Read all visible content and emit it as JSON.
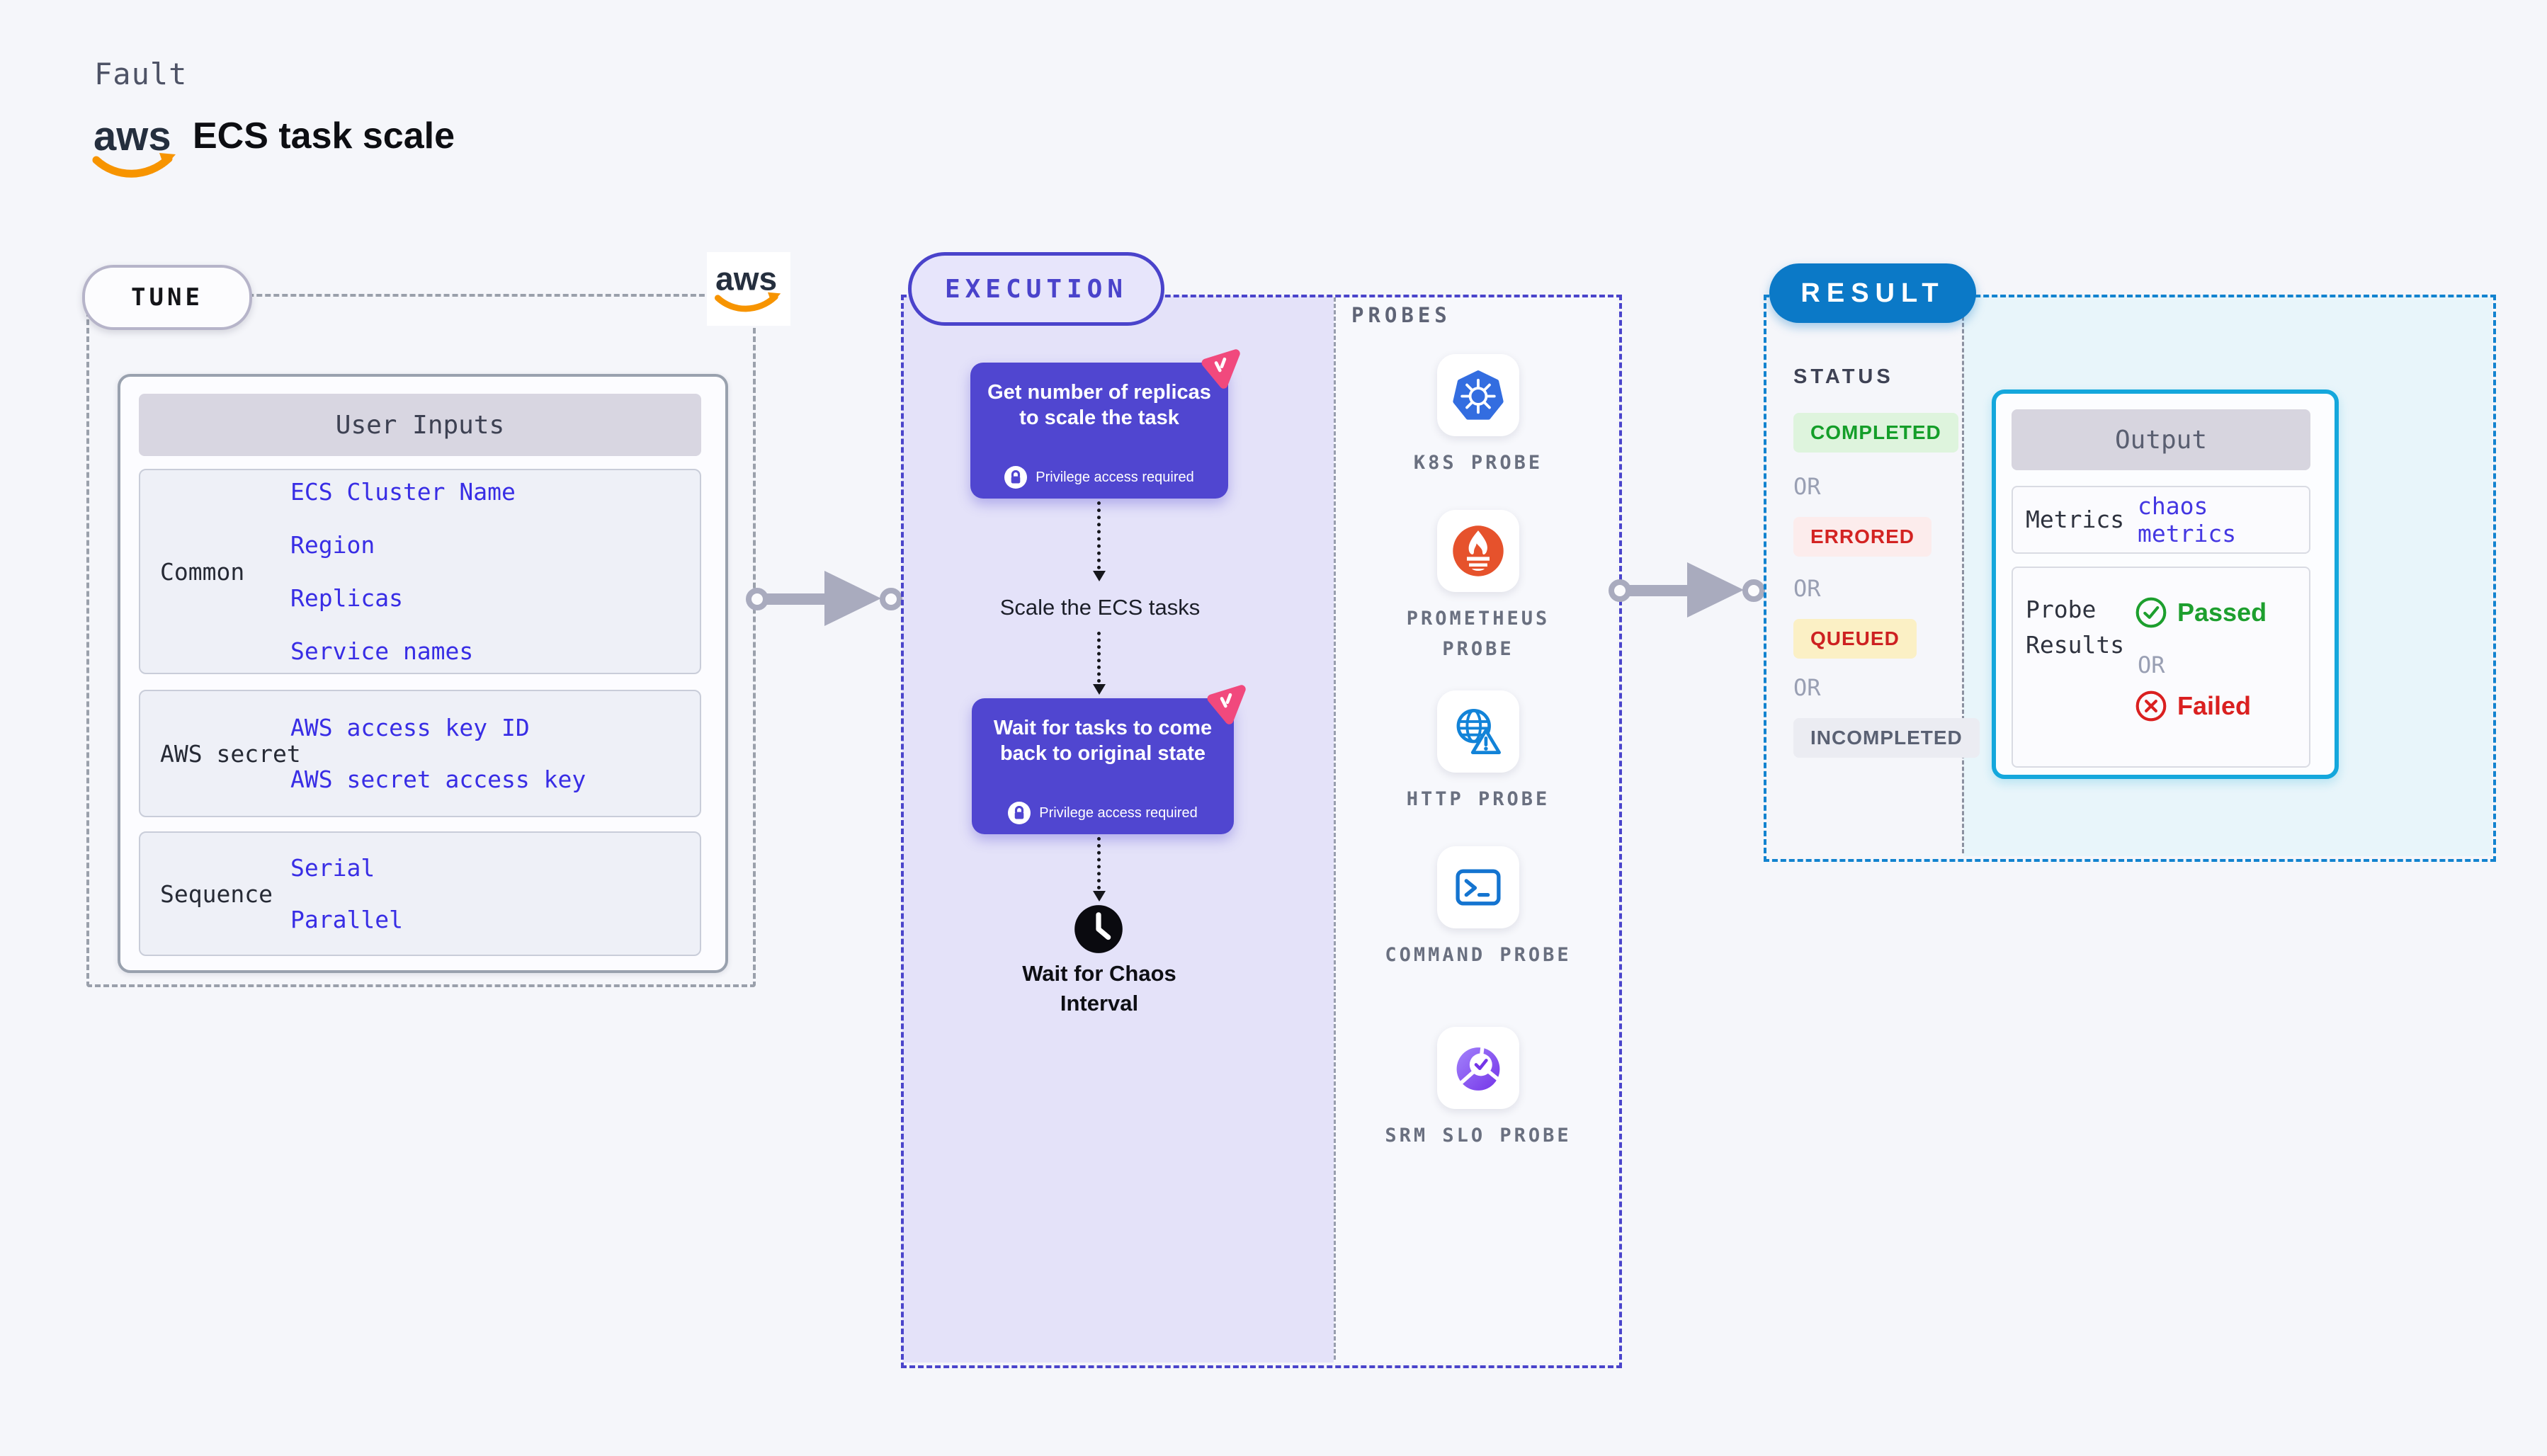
{
  "page": {
    "kicker": "Fault",
    "title": "ECS task scale",
    "aws_logo_text": "aws"
  },
  "tune": {
    "badge": "TUNE",
    "user_inputs": {
      "header": "User Inputs",
      "rows": [
        {
          "label": "Common",
          "links": [
            "ECS Cluster Name",
            "Region",
            "Replicas",
            "Service names"
          ]
        },
        {
          "label": "AWS secret",
          "links": [
            "AWS access key ID",
            "AWS secret access key"
          ]
        },
        {
          "label": "Sequence",
          "links": [
            "Serial",
            "Parallel"
          ]
        }
      ]
    }
  },
  "execution": {
    "badge": "EXECUTION",
    "step1_title": "Get number of replicas to scale the task",
    "privilege_note": "Privilege access required",
    "middle_step": "Scale the ECS tasks",
    "step2_title": "Wait for tasks to come back to original state",
    "wait_label": "Wait for Chaos Interval"
  },
  "probes": {
    "title": "PROBES",
    "items": [
      {
        "label": "K8S PROBE",
        "icon": "kubernetes-icon"
      },
      {
        "label": "PROMETHEUS PROBE",
        "icon": "prometheus-icon"
      },
      {
        "label": "HTTP PROBE",
        "icon": "globe-alert-icon"
      },
      {
        "label": "COMMAND PROBE",
        "icon": "terminal-icon"
      },
      {
        "label": "SRM SLO PROBE",
        "icon": "slo-gauge-icon"
      }
    ]
  },
  "result": {
    "badge": "RESULT",
    "status_label": "STATUS",
    "or_label": "OR",
    "statuses": [
      {
        "label": "COMPLETED",
        "state": "success"
      },
      {
        "label": "ERRORED",
        "state": "error"
      },
      {
        "label": "QUEUED",
        "state": "warning"
      },
      {
        "label": "INCOMPLETED",
        "state": "neutral"
      }
    ],
    "output": {
      "header": "Output",
      "metrics_label": "Metrics",
      "metrics_value": "chaos metrics",
      "probe_results_label": "Probe Results",
      "passed_label": "Passed",
      "or_label": "OR",
      "failed_label": "Failed"
    }
  },
  "colors": {
    "accent_indigo": "#4a43cb",
    "step_purple": "#5046d0",
    "execution_bg": "#e4e2f9",
    "result_blue": "#0b79c7",
    "result_bg": "#e8f5fa",
    "output_border": "#14a7dc",
    "link_blue": "#382de5",
    "success_green": "#1d9f2e",
    "error_red": "#d32322",
    "queued_bg": "#fbf0c5",
    "chaos_pink": "#f1497d",
    "aws_orange": "#f79400",
    "k8s_blue": "#336de0",
    "prometheus_orange": "#e6522c"
  }
}
